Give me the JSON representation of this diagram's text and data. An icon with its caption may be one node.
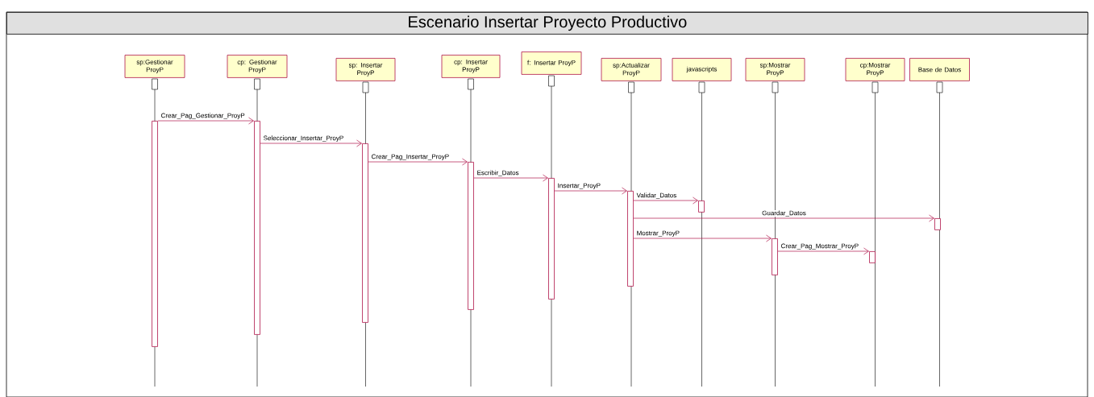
{
  "diagram": {
    "title": "Escenario Insertar Proyecto Productivo",
    "nodes": [
      {
        "text": [
          "sp:Gestionar ProyP"
        ]
      },
      {
        "text": [
          "cp: Gestionar ProyP"
        ]
      },
      {
        "text": [
          "sp: Insertar ProyP"
        ]
      },
      {
        "text": [
          "cp: Insertar ProyP"
        ]
      },
      {
        "text": [
          "f: Insertar ProyP"
        ]
      },
      {
        "text": [
          "sp:Actualizar ProyP"
        ]
      },
      {
        "text": [
          "javascripts"
        ]
      },
      {
        "text": [
          "sp:Mostrar ProyP"
        ]
      },
      {
        "text": [
          "cp:Mostrar ProyP"
        ]
      },
      {
        "text": [
          "Base de Datos"
        ]
      },
      {
        "text": [],
        "shape": "bar"
      },
      {
        "text": [],
        "shape": "bar"
      },
      {
        "text": [],
        "shape": "bar"
      },
      {
        "text": [],
        "shape": "bar"
      },
      {
        "text": [],
        "shape": "bar"
      },
      {
        "text": [],
        "shape": "bar"
      },
      {
        "text": [],
        "shape": "bar"
      },
      {
        "text": [],
        "shape": "bar"
      },
      {
        "text": [],
        "shape": "bar"
      },
      {
        "text": [],
        "shape": "bar"
      }
    ],
    "edges": [
      {
        "from": 10,
        "to": 11,
        "arrow": "to",
        "label": "Crear_Pag_Gestionar_ProyP"
      },
      {
        "from": 11,
        "to": 12,
        "arrow": "to",
        "label": "Seleccionar_Insertar_ProyP"
      },
      {
        "from": 12,
        "to": 13,
        "arrow": "to",
        "label": "Crear_Pag_Insertar_ProyP"
      },
      {
        "from": 13,
        "to": 14,
        "arrow": "to",
        "label": "Escribir_Datos"
      },
      {
        "from": 14,
        "to": 15,
        "arrow": "to",
        "label": "Insertar_ProyP"
      },
      {
        "from": 15,
        "to": 16,
        "arrow": "to",
        "label": "Validar_Datos"
      },
      {
        "from": 15,
        "to": 19,
        "arrow": "to",
        "label": "Guardar_Datos"
      },
      {
        "from": 15,
        "to": 17,
        "arrow": "to",
        "label": "Mostrar_ProyP"
      },
      {
        "from": 17,
        "to": 18,
        "arrow": "to",
        "label": "Crear_Pag_Mostrar_ProyP"
      }
    ]
  }
}
